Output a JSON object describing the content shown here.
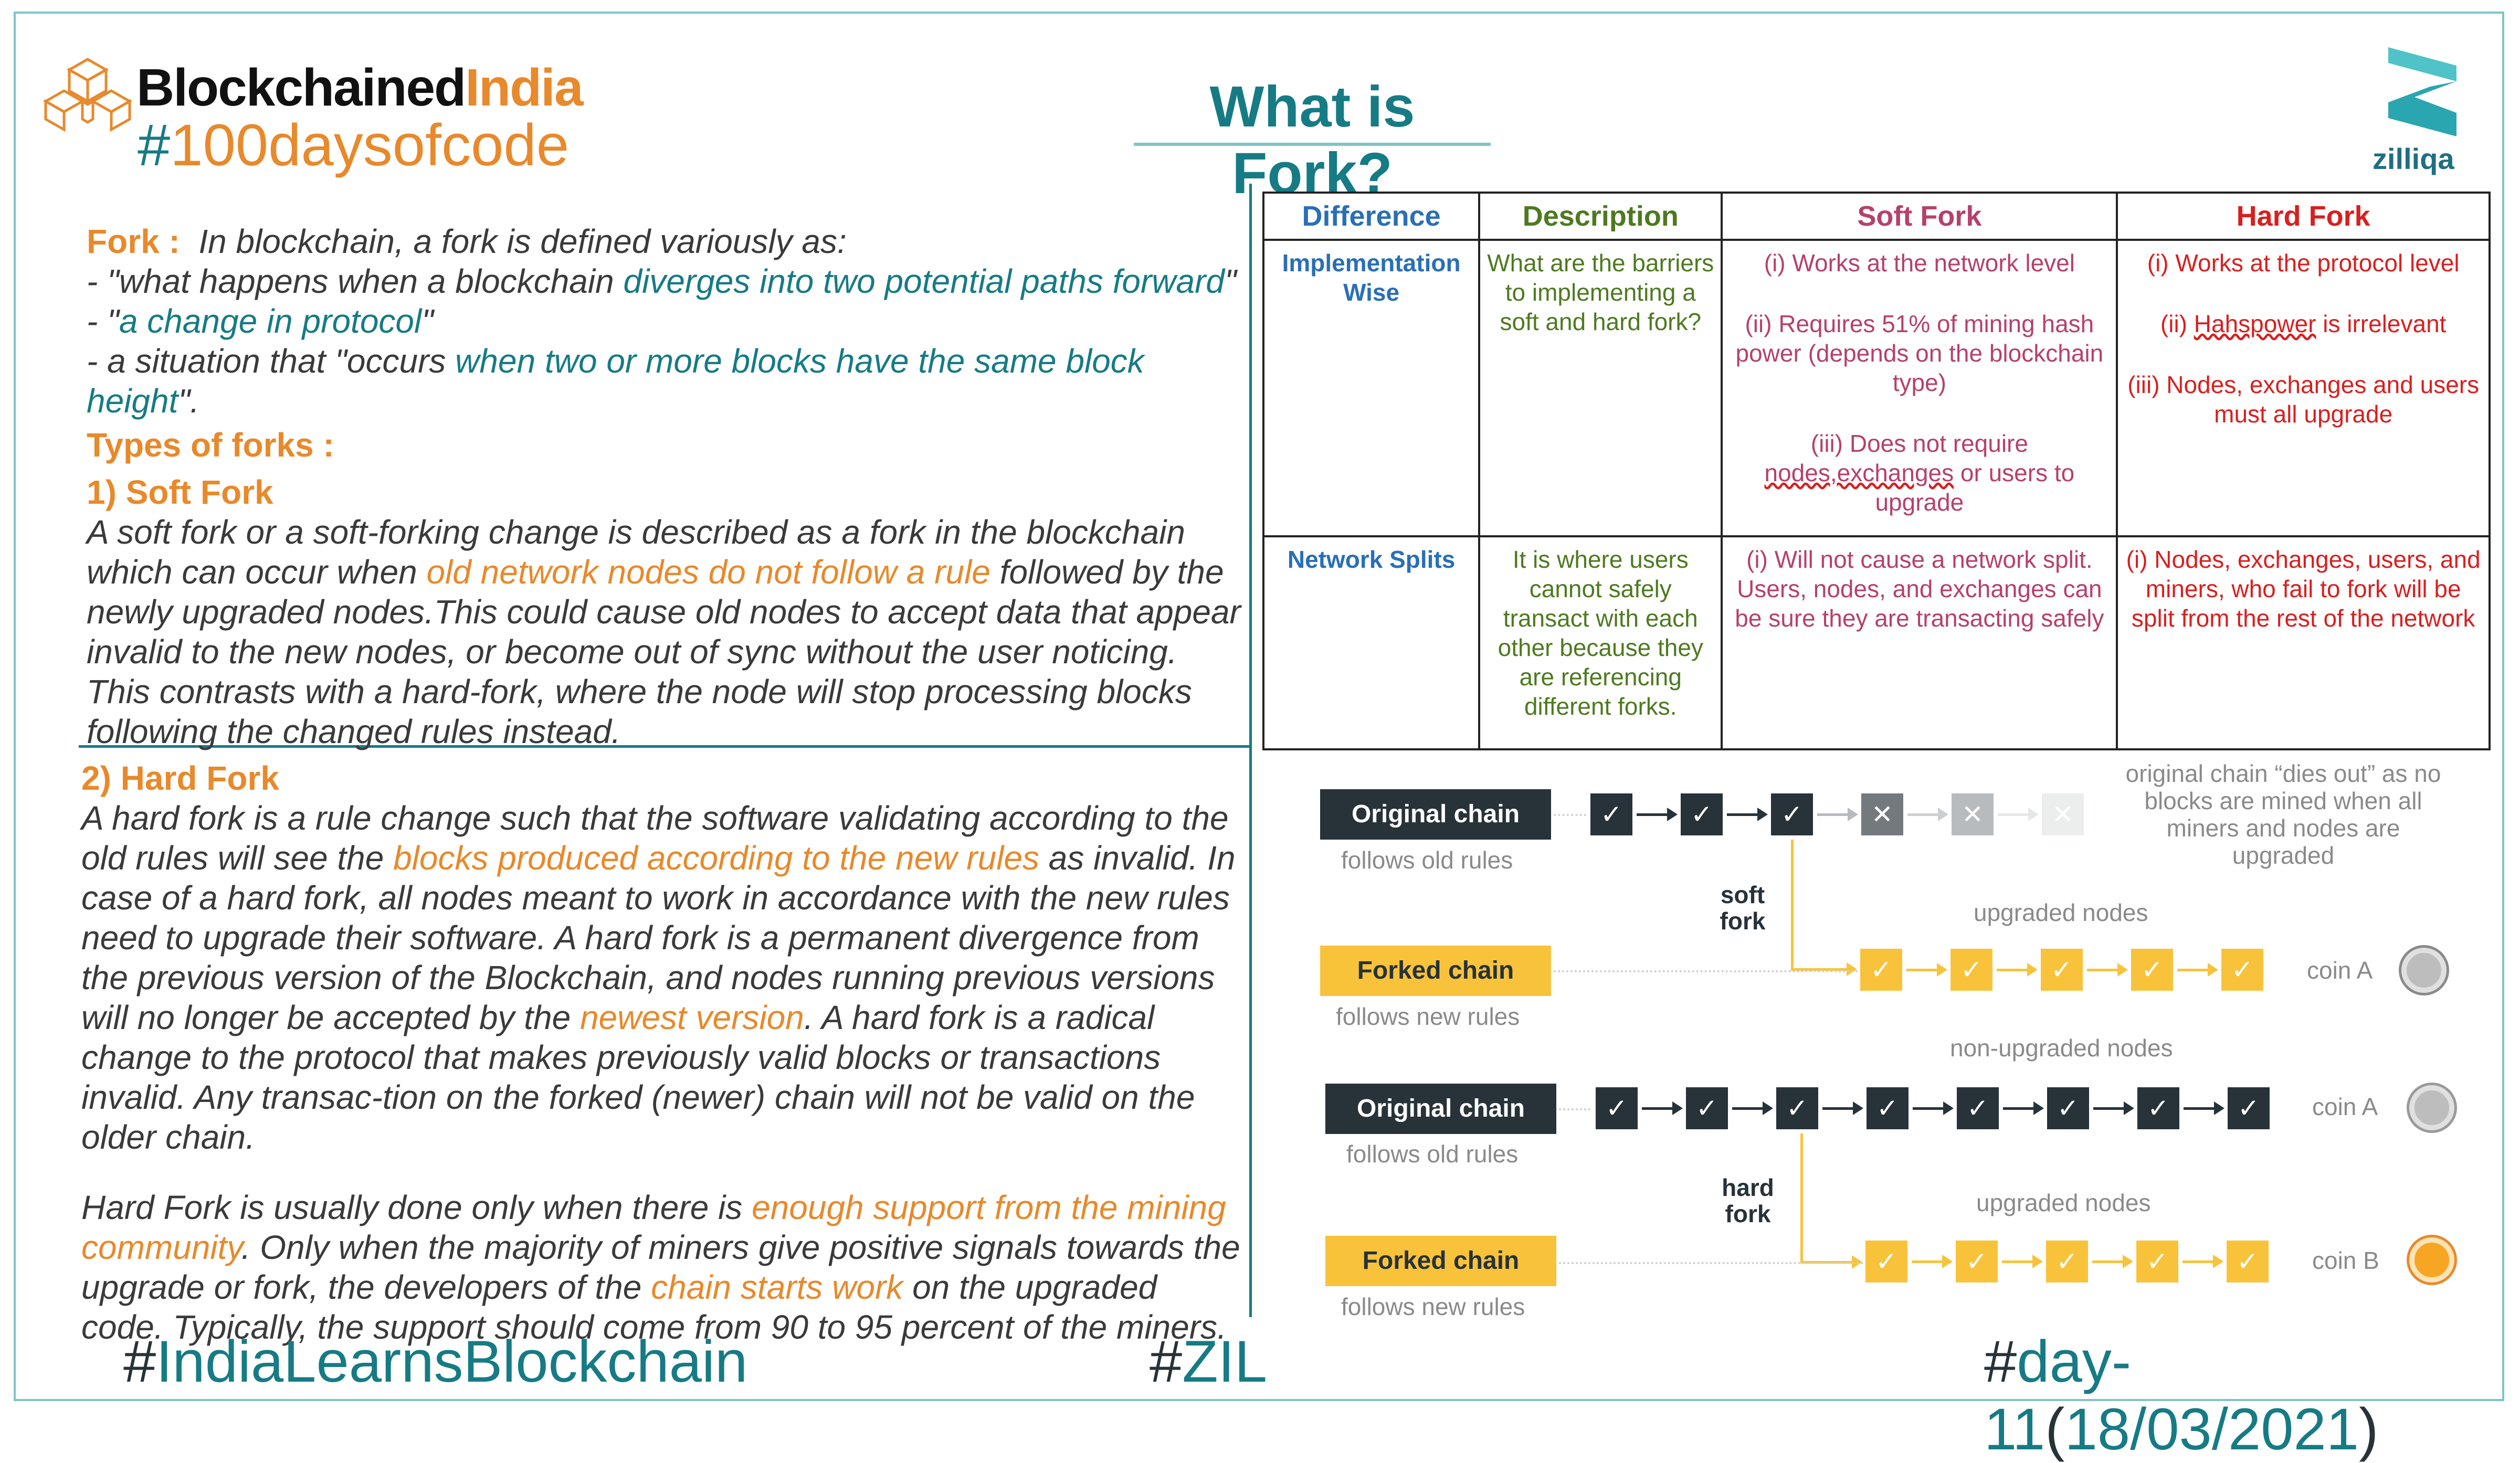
{
  "header": {
    "brand_main": "Blockchained",
    "brand_accent": "India",
    "hashtag_symbol": "#",
    "hashtag_text": "100daysofcode",
    "title": "What is Fork?",
    "logo_text": "zilliqa"
  },
  "intro": {
    "label": "Fork :",
    "lead": "In blockchain, a fork is defined variously as:",
    "item1_pre": "- \"what happens when a blockchain ",
    "item1_hl": "diverges into two potential paths forward",
    "item1_post": "\"",
    "item2_pre": "- \"",
    "item2_hl": "a change in protocol",
    "item2_post": "\"",
    "item3_pre": "- a situation that \"occurs ",
    "item3_hl": "when two or more blocks have the same block height",
    "item3_post": "\"."
  },
  "types_heading": "Types of forks :",
  "soft": {
    "heading": "1) Soft Fork",
    "p1": "A soft fork or a soft-forking change is described as a fork in the blockchain which can occur when ",
    "hl1": "old network nodes do not follow a rule",
    "p2": " followed by the newly upgraded nodes.This could cause old nodes to accept data that appear invalid to the new nodes, or become out of sync without the user noticing. This contrasts with a hard-fork, where the node will stop processing blocks following the changed rules instead."
  },
  "hard": {
    "heading": "2) Hard Fork",
    "p1": "A hard fork is a rule change such that the software validating according to the old rules will see the ",
    "hl1": "blocks produced according to the new rules",
    "p2": " as invalid. In case of a hard fork, all nodes meant to work in accordance with the new rules need to upgrade their software. A hard fork is a permanent divergence from the previous version of the Blockchain, and nodes running previous versions will no longer be accepted by the ",
    "hl2": "newest version",
    "p3": ". A hard fork is a radical change to the protocol that makes previously valid blocks or transactions invalid. Any transac-tion on the forked (newer) chain will not be valid on the older chain.",
    "q1": "Hard Fork is usually done only when there is ",
    "qhl1": "enough support from the mining community",
    "q2": ". Only when the majority of miners give positive signals towards the upgrade or fork, the developers of the ",
    "qhl2": "chain starts work",
    "q3": " on the upgraded code. Typically, the support should come from 90 to 95 percent of the miners."
  },
  "table": {
    "headers": [
      "Difference",
      "Description",
      "Soft Fork",
      "Hard Fork"
    ],
    "rows": [
      {
        "diff": "Implementation Wise",
        "desc": "What are the barriers to implementing a soft and hard fork?",
        "soft1": "(i) Works at the network level",
        "soft2": "(ii) Requires 51% of mining hash power (depends on the blockchain type)",
        "soft3a": "(iii) Does not require ",
        "soft3b": "nodes,exchanges",
        "soft3c": " or users to upgrade",
        "hard1": "(i) Works at the protocol level",
        "hard2a": "(ii) ",
        "hard2b": "Hahspower",
        "hard2c": " is irrelevant",
        "hard3": "(iii) Nodes, exchanges and users must all upgrade"
      },
      {
        "diff": "Network Splits",
        "desc": "It is where users cannot safely transact with each other because they are referencing different forks.",
        "soft1": "(i) Will not cause a network split. Users, nodes, and exchanges can be sure they are transacting safely",
        "hard1": "(i) Nodes, exchanges, users, and miners, who fail to fork will be split from the rest of the network"
      }
    ]
  },
  "diagram": {
    "soft": {
      "original_label": "Original chain",
      "original_sub": "follows old rules",
      "note": "original chain “dies out” as no blocks are mined when all miners and nodes are upgraded",
      "fork_word1": "soft",
      "fork_word2": "fork",
      "upgraded": "upgraded nodes",
      "forked_label": "Forked chain",
      "forked_sub": "follows new rules",
      "coin": "coin A"
    },
    "hard": {
      "non_upgraded": "non-upgraded nodes",
      "original_label": "Original chain",
      "original_sub": "follows old rules",
      "coin_top": "coin A",
      "fork_word1": "hard",
      "fork_word2": "fork",
      "upgraded": "upgraded nodes",
      "forked_label": "Forked chain",
      "forked_sub": "follows new rules",
      "coin_bottom": "coin B"
    },
    "check": "✓",
    "cross": "✕"
  },
  "footer": {
    "left_hash": "#",
    "left_text": "IndiaLearnsBlockchain",
    "mid_hash": "#",
    "mid_text": "ZIL",
    "right_hash": "#",
    "right_text": "day-11",
    "paren_open": "(",
    "date": "18/03/2021",
    "paren_close": ")"
  },
  "colors": {
    "teal": "#167b84",
    "orange": "#e8892b",
    "dark_node": "#273239",
    "yellow_node": "#f8c33b",
    "coin_grey": "#bdbdbd",
    "coin_orange": "#f6a623"
  }
}
